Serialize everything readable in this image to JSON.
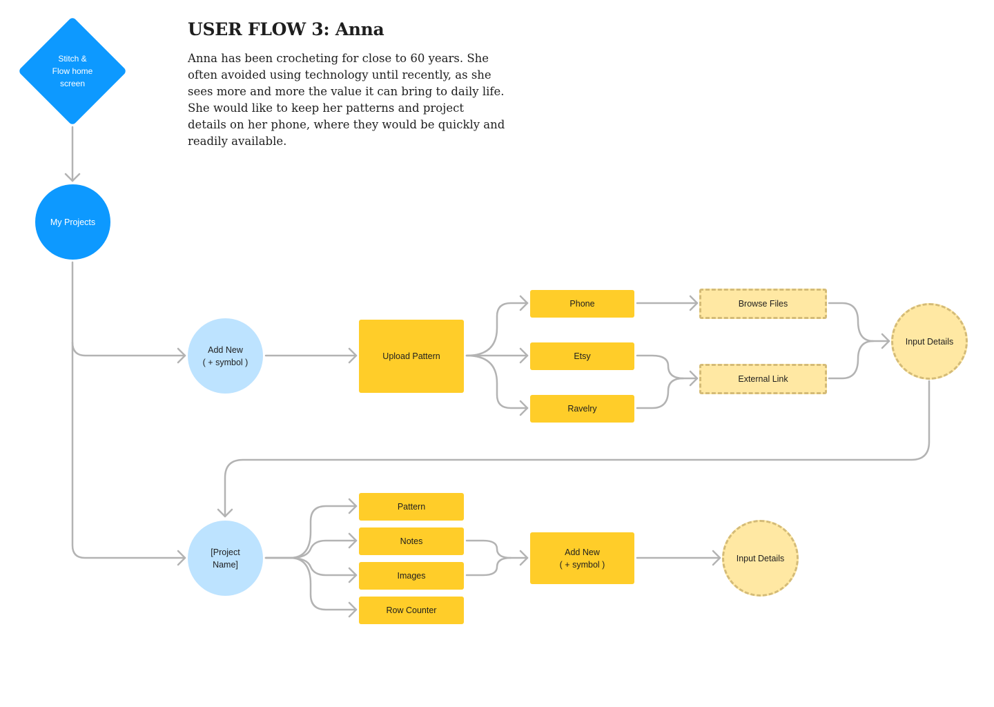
{
  "header": {
    "title": "USER FLOW 3: Anna",
    "description": "Anna has been crocheting for close to 60 years. She often avoided using technology until recently, as she sees more and more the value it can bring to daily life. She would like to keep her patterns and project details on her phone, where they would be quickly and readily available."
  },
  "colors": {
    "connector": "#b3b3b3",
    "primary_blue": "#0d99ff",
    "light_blue": "#bde3ff",
    "yellow": "#ffcd29",
    "light_yellow": "#ffe8a3",
    "dash_border": "#d4bb77"
  },
  "nodes": {
    "home": "Stitch &\nFlow home\nscreen",
    "my_projects": "My Projects",
    "add_new": "Add New\n( + symbol )",
    "upload_pattern": "Upload Pattern",
    "phone": "Phone",
    "etsy": "Etsy",
    "ravelry": "Ravelry",
    "browse_files": "Browse Files",
    "external_link": "External Link",
    "input_details_top": "Input Details",
    "project_name": "[Project\nName]",
    "pattern": "Pattern",
    "notes": "Notes",
    "images": "Images",
    "row_counter": "Row Counter",
    "add_new_2": "Add New\n( + symbol )",
    "input_details_bottom": "Input Details"
  }
}
